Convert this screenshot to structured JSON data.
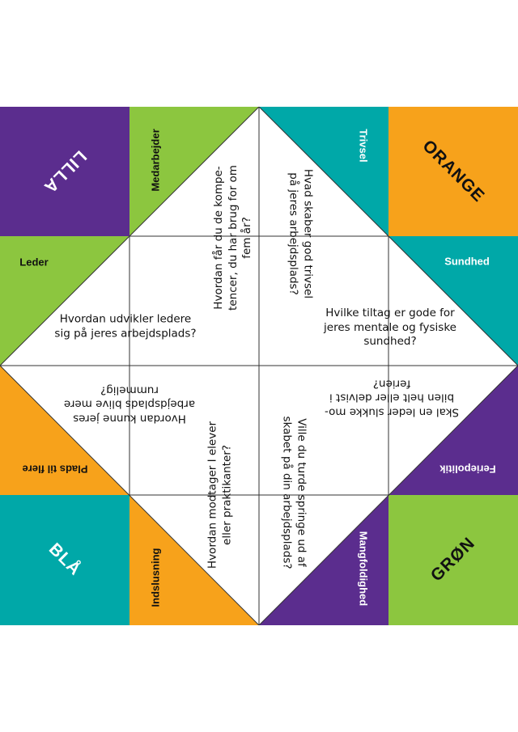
{
  "colors": {
    "purple": "#5b2d8e",
    "green": "#8cc63f",
    "teal": "#00a8a8",
    "orange": "#f7a21b"
  },
  "corners": {
    "lilla": "LILLA",
    "orange": "ORANGE",
    "bla": "BLÅ",
    "gron": "GRØN"
  },
  "flaps": {
    "medarbejder": "Medarbejder",
    "leder": "Leder",
    "trivsel": "Trivsel",
    "sundhed": "Sundhed",
    "plads_til_flere": "Plads til flere",
    "indslusning": "Indslusning",
    "mangfoldighed": "Mangfoldighed",
    "feriepolitik": "Feriepolitik"
  },
  "questions": {
    "kompetencer": "Hvordan får du de kompe-\ntencer, du har brug for om\nfem år?",
    "udvikler_ledere": "Hvordan udvikler ledere\nsig på jeres arbejdsplads?",
    "trivsel": "Hvad skaber god trivsel\npå jeres arbejdsplads?",
    "tiltag": "Hvilke tiltag er gode for\njeres mentale og fysiske\nsundhed?",
    "rummelig": "Hvordan kunne jeres\narbejdsplads blive mere\nrummelig?",
    "elever": "Hvordan modtager I elever\neller praktikanter?",
    "springe_ud": "Ville du turde springe ud af\nskabet på din arbejdsplads?",
    "leder_slukke": "Skal en leder slukke mo-\nbilen helt eller delvist i\nferien?"
  }
}
